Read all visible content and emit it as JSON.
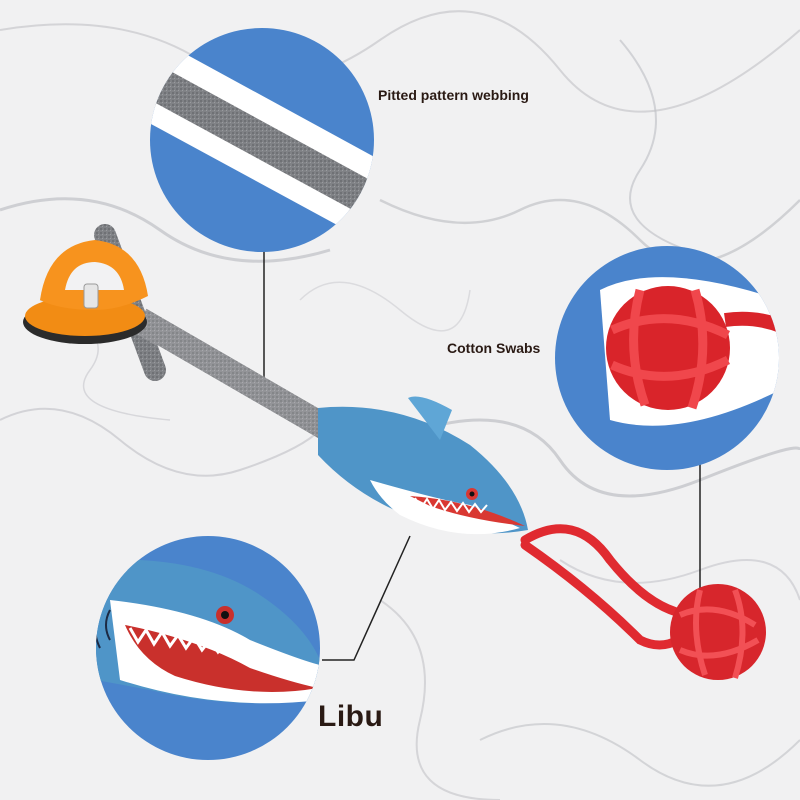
{
  "callouts": {
    "webbing_label": "Pitted pattern webbing",
    "cotton_label": "Cotton Swabs",
    "brand_label": "Libu"
  },
  "icons": [
    "suction-cup-icon",
    "shark-toy-icon",
    "rope-ball-icon"
  ],
  "colors": {
    "circle_blue": "#4a84cc",
    "webbing_gray": "#7d7f83",
    "rope_red": "#e02a30",
    "suction_orange": "#f7931e",
    "shark_blue": "#4f95c8",
    "label_text": "#2a1a14"
  }
}
